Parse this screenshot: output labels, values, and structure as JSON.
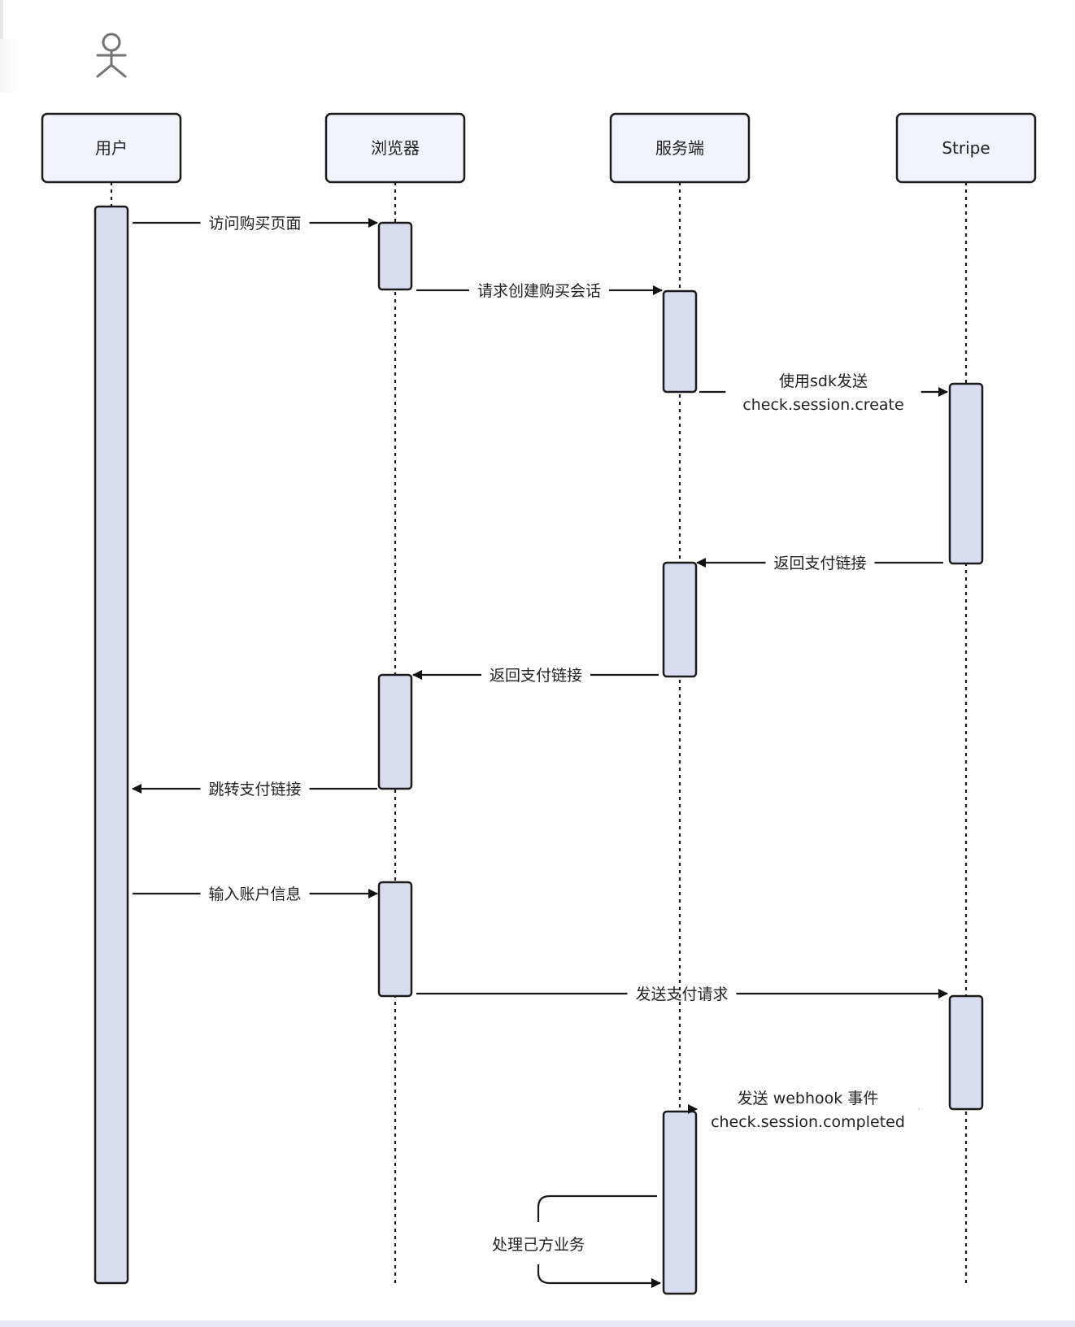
{
  "participants": [
    {
      "id": "user",
      "label": "用户"
    },
    {
      "id": "browser",
      "label": "浏览器"
    },
    {
      "id": "server",
      "label": "服务端"
    },
    {
      "id": "stripe",
      "label": "Stripe"
    }
  ],
  "messages": [
    {
      "id": "m1",
      "from": "user",
      "to": "browser",
      "lines": [
        "访问购买页面"
      ]
    },
    {
      "id": "m2",
      "from": "browser",
      "to": "server",
      "lines": [
        "请求创建购买会话"
      ]
    },
    {
      "id": "m3",
      "from": "server",
      "to": "stripe",
      "lines": [
        "使用sdk发送",
        "check.session.create"
      ]
    },
    {
      "id": "m4",
      "from": "stripe",
      "to": "server",
      "lines": [
        "返回支付链接"
      ]
    },
    {
      "id": "m5",
      "from": "server",
      "to": "browser",
      "lines": [
        "返回支付链接"
      ]
    },
    {
      "id": "m6",
      "from": "browser",
      "to": "user",
      "lines": [
        "跳转支付链接"
      ]
    },
    {
      "id": "m7",
      "from": "user",
      "to": "browser",
      "lines": [
        "输入账户信息"
      ]
    },
    {
      "id": "m8",
      "from": "browser",
      "to": "stripe",
      "lines": [
        "发送支付请求"
      ]
    },
    {
      "id": "m9",
      "from": "stripe",
      "to": "server",
      "lines": [
        "发送 webhook 事件",
        "check.session.completed"
      ]
    },
    {
      "id": "m10",
      "from": "server",
      "to": "server",
      "lines": [
        "处理己方业务"
      ]
    }
  ],
  "colors": {
    "header_fill": "#f1f3fb",
    "activation_fill": "#d8dcef",
    "stroke": "#1b1b1b",
    "actor": "#737373",
    "text": "#222222"
  }
}
